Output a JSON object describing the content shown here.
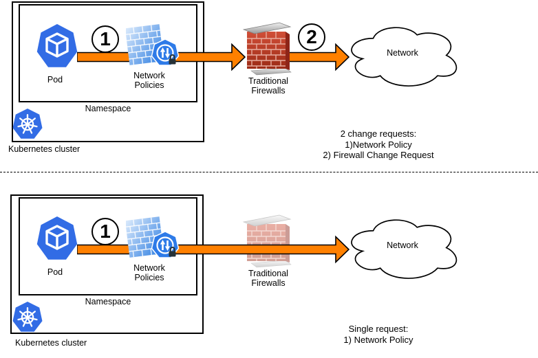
{
  "colors": {
    "kubernetes_blue": "#326CE5",
    "badge_blue": "#2E7BE8",
    "arrow_orange": "#FF8000",
    "arrow_outline": "#000000",
    "brick_red": "#BE3A26",
    "brick_mortar": "#E7AD9F",
    "np_wall_light": "#DCEBFC",
    "np_wall_dark": "#2D7DE1",
    "box_border": "#000000"
  },
  "panels": [
    {
      "cluster_label": "Kubernetes cluster",
      "namespace_label": "Namespace",
      "pod_label": "Pod",
      "network_policies_label": [
        "Network",
        "Policies"
      ],
      "firewall_label": [
        "Traditional",
        "Firewalls"
      ],
      "cloud_label": "Network",
      "steps": {
        "one": "1",
        "two": "2"
      },
      "annotation": [
        "2 change requests:",
        "1)Network Policy",
        "2) Firewall Change Request"
      ]
    },
    {
      "cluster_label": "Kubernetes cluster",
      "namespace_label": "Namespace",
      "pod_label": "Pod",
      "network_policies_label": [
        "Network",
        "Policies"
      ],
      "firewall_label": [
        "Traditional",
        "Firewalls"
      ],
      "cloud_label": "Network",
      "steps": {
        "one": "1"
      },
      "annotation": [
        "Single request:",
        "1) Network Policy"
      ]
    }
  ]
}
